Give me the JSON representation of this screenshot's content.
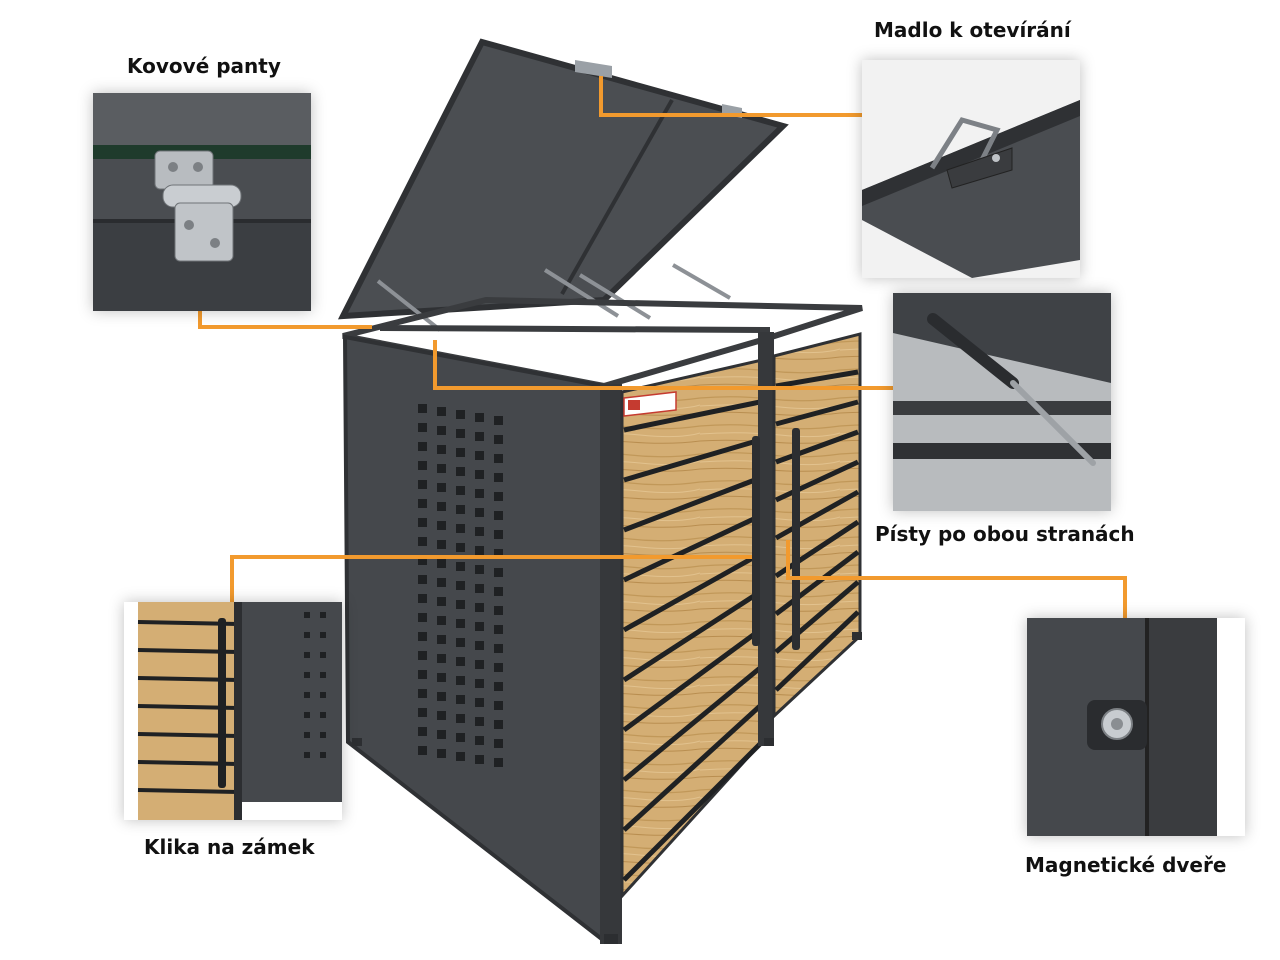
{
  "callouts": {
    "hinges": "Kovové panty",
    "handle": "Madlo k otevírání",
    "pistons": "Písty po obou stranách",
    "lock_handle": "Klika na zámek",
    "magnetic_doors": "Magnetické dveře"
  },
  "colors": {
    "frame": "#3a3c3f",
    "panel": "#45484c",
    "wood": "#d6b27a",
    "wood_dark": "#b88d4f",
    "leader": "#f29a2e",
    "background": "#ffffff"
  },
  "icons": {
    "sticker": "warning-sticker-icon",
    "lock": "key-lock-icon"
  }
}
